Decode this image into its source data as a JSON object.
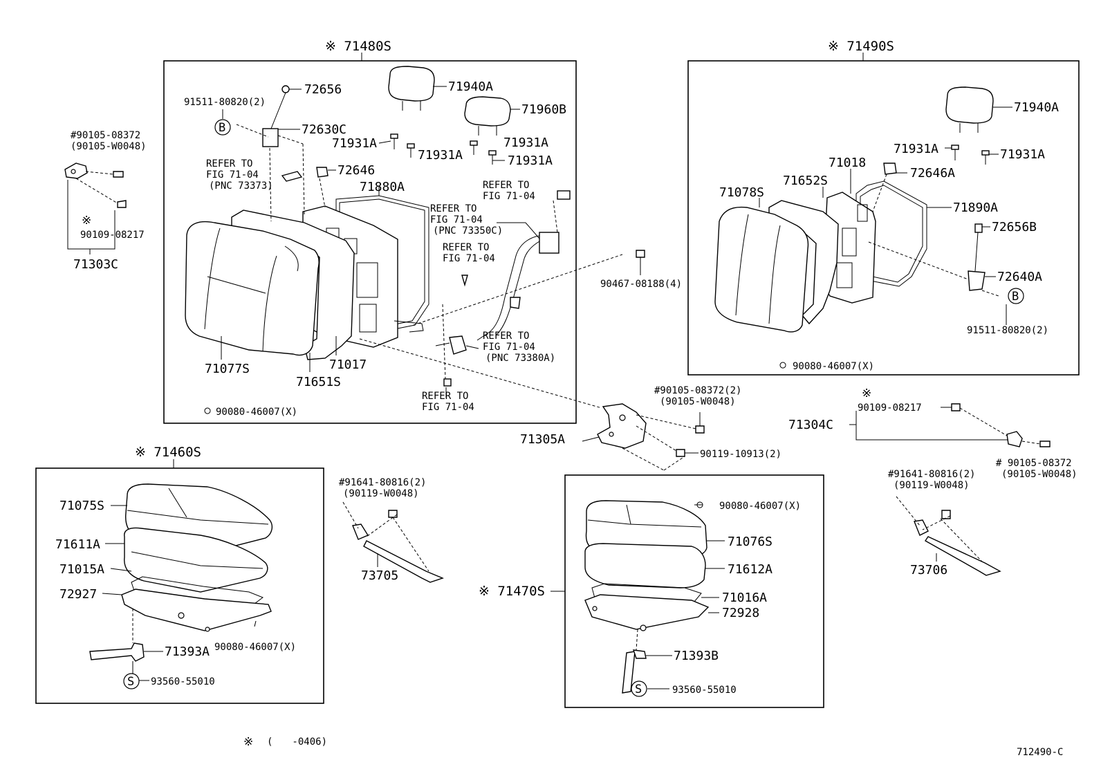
{
  "page": {
    "code": "712490-C"
  },
  "footnote": {
    "mark": "※",
    "text": "(　　-0406)"
  },
  "group_titles": {
    "rear_seatback_lh": "※ 71480S",
    "rear_seatback_rh": "※ 71490S",
    "rear_cushion_lh": "※ 71460S",
    "rear_cushion_rh": "※ 71470S"
  },
  "labels": {
    "p72656": "72656",
    "p91511_l": "91511-80820(2)",
    "p72630c": "72630C",
    "p71940a_l": "71940A",
    "p71960b": "71960B",
    "p71931a_1": "71931A",
    "p71931a_2": "71931A",
    "p71931a_3": "71931A",
    "p71931a_4": "71931A",
    "p72646": "72646",
    "p71880a": "71880A",
    "p71077s": "71077S",
    "p71651s": "71651S",
    "p71017": "71017",
    "p90080_1": "90080-46007(X)",
    "p90105_l_1": "#90105-08372",
    "p90105_l_2": "(90105-W0048)",
    "p90109_l": "90109-08217",
    "p71303c": "71303C",
    "p90467": "90467-08188(4)",
    "p71940a_r": "71940A",
    "p71931a_5": "71931A",
    "p71931a_6": "71931A",
    "p71018": "71018",
    "p71652s": "71652S",
    "p72646a": "72646A",
    "p71078s": "71078S",
    "p71890a": "71890A",
    "p72656b": "72656B",
    "p72640a": "72640A",
    "p91511_r": "91511-80820(2)",
    "p90080_2": "90080-46007(X)",
    "p90105_c_1": "#90105-08372(2)",
    "p90105_c_2": "(90105-W0048)",
    "p71305a": "71305A",
    "p90119": "90119-10913(2)",
    "p90109_r": "90109-08217",
    "p71304c": "71304C",
    "p90105_r_1": "# 90105-08372",
    "p90105_r_2": "(90105-W0048)",
    "p91641_r_1": "#91641-80816(2)",
    "p91641_r_2": "(90119-W0048)",
    "p73706": "73706",
    "p91641_l_1": "#91641-80816(2)",
    "p91641_l_2": "(90119-W0048)",
    "p73705": "73705",
    "p71075s": "71075S",
    "p71611a": "71611A",
    "p71015a": "71015A",
    "p72927": "72927",
    "p90080_3": "90080-46007(X)",
    "p71393a": "71393A",
    "p93560_l": "93560-55010",
    "p90080_4": "90080-46007(X)",
    "p71076s": "71076S",
    "p71612a": "71612A",
    "p71016a": "71016A",
    "p72928": "72928",
    "p71393b": "71393B",
    "p93560_r": "93560-55010"
  },
  "refer_notes": {
    "r1_a": "REFER TO",
    "r1_b": "FIG 71-04",
    "r1_c": "(PNC 73373)",
    "r2_a": "REFER TO",
    "r2_b": "FIG 71-04",
    "r3_a": "REFER TO",
    "r3_b": "FIG 71-04",
    "r3_c": "(PNC 73350C)",
    "r4_a": "REFER TO",
    "r4_b": "FIG 71-04",
    "r5_a": "REFER TO",
    "r5_b": "FIG 71-04",
    "r5_c": "(PNC 73380A)",
    "r6_a": "REFER TO",
    "r6_b": "FIG 71-04"
  },
  "markers": {
    "b": "B",
    "s": "S",
    "kome": "※"
  }
}
